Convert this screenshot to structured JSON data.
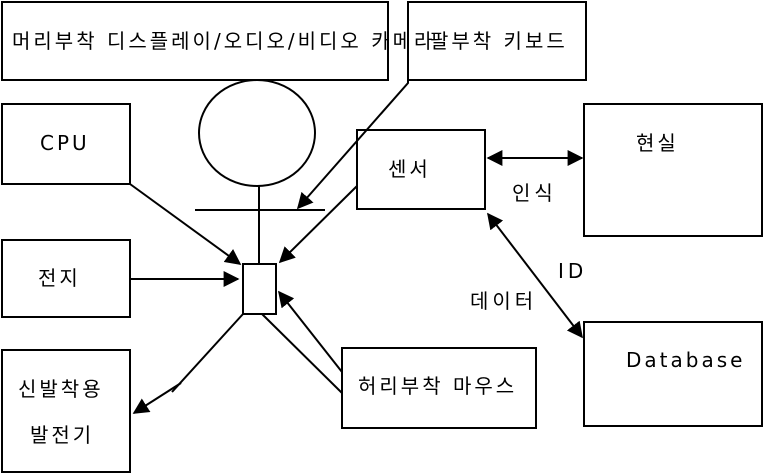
{
  "nodes": {
    "head_device": "머리부착 디스플레이/오디오/비디오 카메라",
    "arm_keyboard": "팔부착 키보드",
    "cpu": "CPU",
    "battery": "전지",
    "shoe_generator_line1": "신발착용",
    "shoe_generator_line2": "발전기",
    "sensor": "센서",
    "reality": "현실",
    "waist_mouse": "허리부착 마우스",
    "database": "Database"
  },
  "labels": {
    "recognition": "인식",
    "id": "ID",
    "data": "데이터"
  }
}
